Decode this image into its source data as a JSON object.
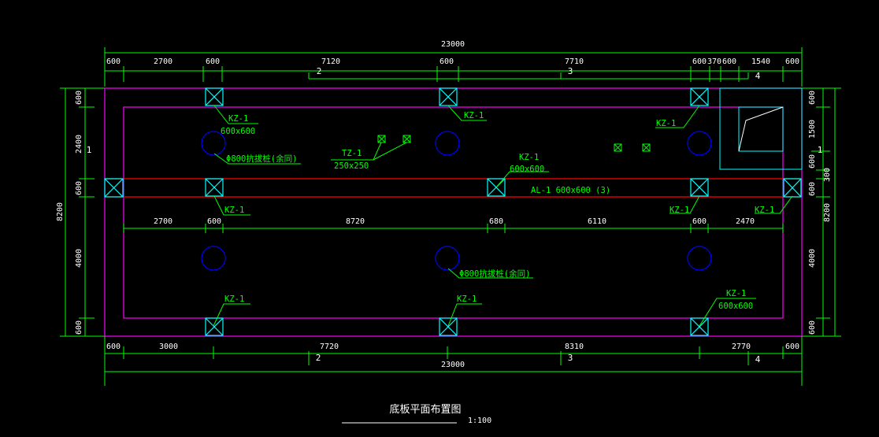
{
  "drawing": {
    "title": "底板平面布置图",
    "scale": "1:100",
    "colors": {
      "background": "#000000",
      "dimension": "#00ff00",
      "text": "#ffffff",
      "label": "#00ff00",
      "slab_edge": "#ff00ff",
      "beam": "#ff0000",
      "column": "#00ffff",
      "pile": "#0000ff"
    }
  },
  "dims": {
    "top_total": "23000",
    "top_segments": [
      "600",
      "2700",
      "600",
      "7120",
      "600",
      "7710",
      "600",
      "370",
      "600",
      "1540",
      "600"
    ],
    "bottom_total": "23000",
    "bottom_segments": [
      "600",
      "3000",
      "7720",
      "8310",
      "2770",
      "600"
    ],
    "beam_segments": [
      "2700",
      "600",
      "8720",
      "680",
      "6110",
      "600",
      "2470"
    ],
    "left_total": "8200",
    "left_segments": [
      "600",
      "2400",
      "600",
      "4000",
      "600"
    ],
    "right_total": "8200",
    "right_segments": [
      "600",
      "1500",
      "600",
      "600",
      "4000",
      "600"
    ],
    "right_extra": "300"
  },
  "axes": {
    "top": [
      "2",
      "3",
      "4"
    ],
    "bottom": [
      "2",
      "3",
      "4"
    ],
    "left": "1",
    "right": "1"
  },
  "labels": {
    "kz_top_left": "KZ-1",
    "kz_top_left_size": "600x600",
    "pile_top": "Φ800抗拔桩(余同)",
    "kz_top_mid": "KZ-1",
    "kz_top_right": "KZ-1",
    "tz": "TZ-1",
    "tz_size": "250x250",
    "kz_mid": "KZ-1",
    "kz_mid_size": "600x600",
    "beam": "AL-1 600x600 (3)",
    "kz_beam_left": "KZ-1",
    "kz_beam_right": "KZ-1",
    "kz_right_end": "KZ-1",
    "pile_bottom": "Φ800抗拔桩(余同)",
    "kz_bot_left": "KZ-1",
    "kz_bot_mid": "KZ-1",
    "kz_bot_right": "KZ-1",
    "kz_bot_right_size": "600x600"
  }
}
